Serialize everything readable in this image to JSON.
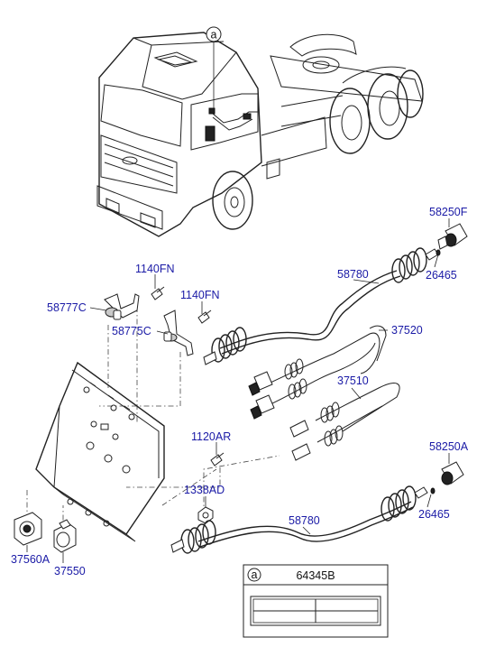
{
  "callout": {
    "marker": "a"
  },
  "parts": {
    "p58250F": "58250F",
    "p26465_top": "26465",
    "p58780_top": "58780",
    "p1140FN_a": "1140FN",
    "p58777C": "58777C",
    "p1140FN_b": "1140FN",
    "p58775C": "58775C",
    "p37520": "37520",
    "p37510": "37510",
    "p1120AR": "1120AR",
    "p58250A": "58250A",
    "p1338AD": "1338AD",
    "p26465_bot": "26465",
    "p58780_bot": "58780",
    "p37560A": "37560A",
    "p37550": "37550"
  },
  "detail_box": {
    "marker": "a",
    "part_number": "64345B"
  }
}
